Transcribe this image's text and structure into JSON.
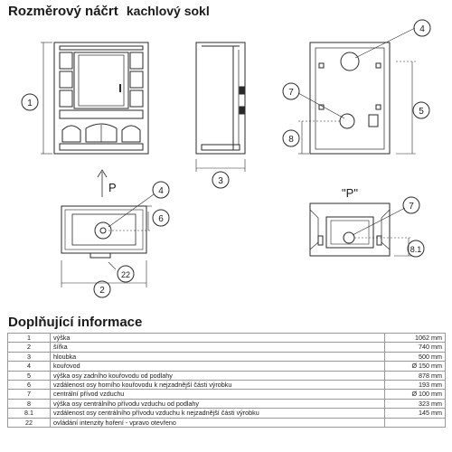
{
  "header": {
    "title": "Rozměrový náčrt",
    "subtitle": "kachlový sokl"
  },
  "drawing": {
    "callouts": [
      "1",
      "2",
      "3",
      "4",
      "5",
      "6",
      "7",
      "8",
      "8.1",
      "22"
    ],
    "arrow_label": "P",
    "view_label": "\"P\""
  },
  "info": {
    "heading": "Doplňující informace",
    "rows": [
      {
        "num": "1",
        "label": "výška",
        "value": "1062 mm"
      },
      {
        "num": "2",
        "label": "šířka",
        "value": "740 mm"
      },
      {
        "num": "3",
        "label": "hloubka",
        "value": "500 mm"
      },
      {
        "num": "4",
        "label": "kouřovod",
        "value": "Ø 150 mm"
      },
      {
        "num": "5",
        "label": "výška osy zadního kouřovodu od podlahy",
        "value": "878 mm"
      },
      {
        "num": "6",
        "label": "vzdálenost osy horního kouřovodu k nejzadnější části výrobku",
        "value": "193 mm"
      },
      {
        "num": "7",
        "label": "centrální přívod vzduchu",
        "value": "Ø 100 mm"
      },
      {
        "num": "8",
        "label": "výška osy centrálního přívodu vzduchu od podlahy",
        "value": "323 mm"
      },
      {
        "num": "8.1",
        "label": "vzdálenost osy centrálního přívodu vzduchu k nejzadnější části výrobku",
        "value": "145 mm"
      },
      {
        "num": "22",
        "label": "ovládání intenzity hoření - vpravo otevřeno",
        "value": ""
      }
    ]
  }
}
